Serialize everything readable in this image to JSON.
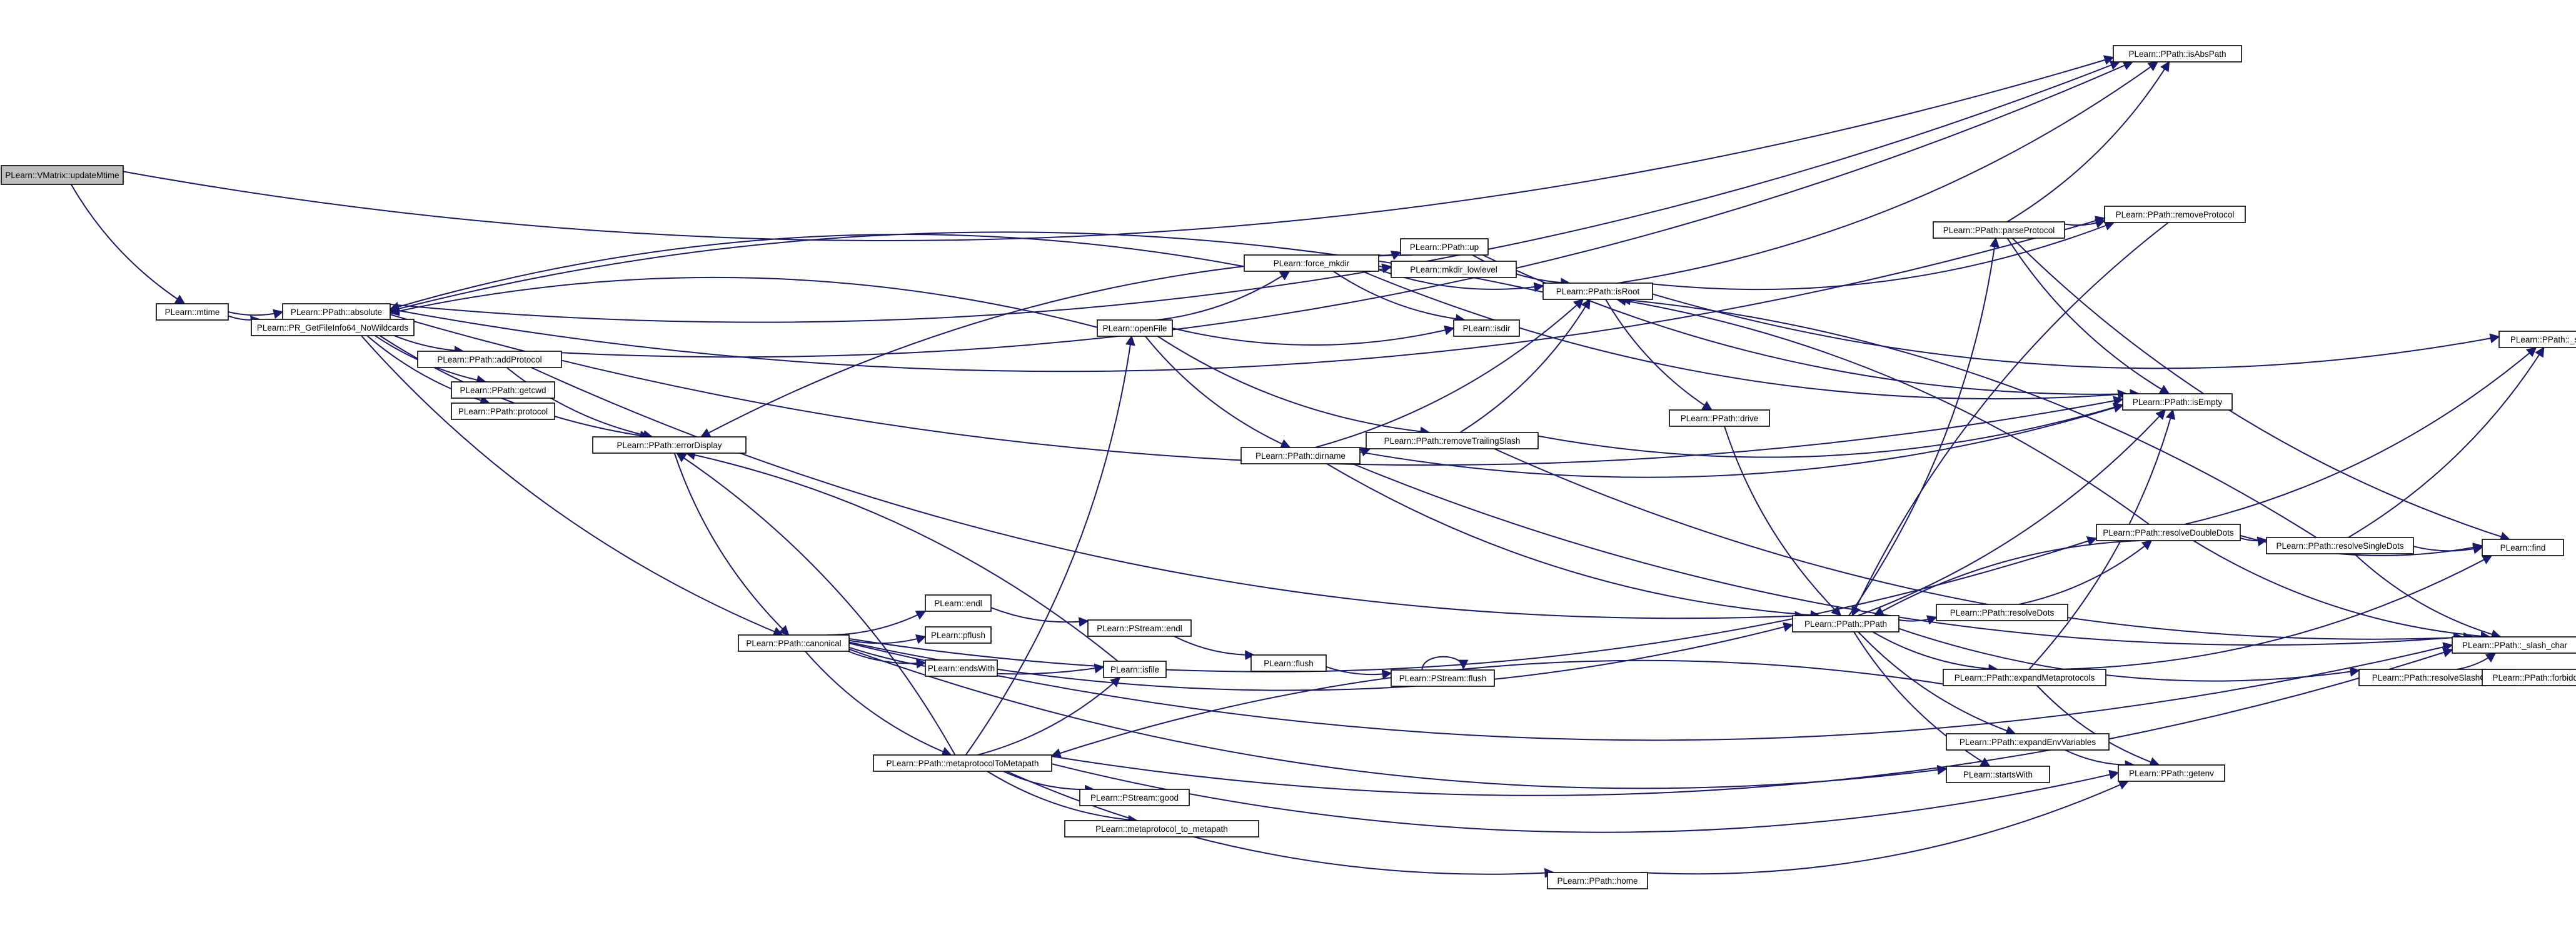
{
  "graph": {
    "root_node": "n_updatemtime",
    "nodes": [
      {
        "id": "n_updatemtime",
        "label": "PLearn::VMatrix::updateMtime"
      },
      {
        "id": "n_mtime",
        "label": "PLearn::mtime"
      },
      {
        "id": "n_absolute",
        "label": "PLearn::PPath::absolute"
      },
      {
        "id": "n_prgetfile",
        "label": "PLearn::PR_GetFileInfo64_NoWildcards"
      },
      {
        "id": "n_addprotocol",
        "label": "PLearn::PPath::addProtocol"
      },
      {
        "id": "n_getcwd",
        "label": "PLearn::PPath::getcwd"
      },
      {
        "id": "n_protocol",
        "label": "PLearn::PPath::protocol"
      },
      {
        "id": "n_errordisplay",
        "label": "PLearn::PPath::errorDisplay"
      },
      {
        "id": "n_canonical",
        "label": "PLearn::PPath::canonical"
      },
      {
        "id": "n_endl",
        "label": "PLearn::endl"
      },
      {
        "id": "n_pflush",
        "label": "PLearn::pflush"
      },
      {
        "id": "n_endswith",
        "label": "PLearn::endsWith"
      },
      {
        "id": "n_isfile",
        "label": "PLearn::isfile"
      },
      {
        "id": "n_metaprotocoltometapath",
        "label": "PLearn::PPath::metaprotocolToMetapath"
      },
      {
        "id": "n_pstreamgood",
        "label": "PLearn::PStream::good"
      },
      {
        "id": "n_metaprotocol_to_metapath",
        "label": "PLearn::metaprotocol_to_metapath"
      },
      {
        "id": "n_pstreamendl",
        "label": "PLearn::PStream::endl"
      },
      {
        "id": "n_flush",
        "label": "PLearn::flush"
      },
      {
        "id": "n_pstreamflush",
        "label": "PLearn::PStream::flush"
      },
      {
        "id": "n_up",
        "label": "PLearn::PPath::up"
      },
      {
        "id": "n_forcemkdir",
        "label": "PLearn::force_mkdir"
      },
      {
        "id": "n_mkdirlowlevel",
        "label": "PLearn::mkdir_lowlevel"
      },
      {
        "id": "n_openfile",
        "label": "PLearn::openFile"
      },
      {
        "id": "n_isdir",
        "label": "PLearn::isdir"
      },
      {
        "id": "n_dirname",
        "label": "PLearn::PPath::dirname"
      },
      {
        "id": "n_removetrailingslash",
        "label": "PLearn::PPath::removeTrailingSlash"
      },
      {
        "id": "n_home",
        "label": "PLearn::PPath::home"
      },
      {
        "id": "n_isroot",
        "label": "PLearn::PPath::isRoot"
      },
      {
        "id": "n_drive",
        "label": "PLearn::PPath::drive"
      },
      {
        "id": "n_pathctor",
        "label": "PLearn::PPath::PPath"
      },
      {
        "id": "n_parseprotocol",
        "label": "PLearn::PPath::parseProtocol"
      },
      {
        "id": "n_isabspath",
        "label": "PLearn::PPath::isAbsPath"
      },
      {
        "id": "n_removeprotocol",
        "label": "PLearn::PPath::removeProtocol"
      },
      {
        "id": "n_isempty",
        "label": "PLearn::PPath::isEmpty"
      },
      {
        "id": "n_resolvedoubledots",
        "label": "PLearn::PPath::resolveDoubleDots"
      },
      {
        "id": "n_resolvesingledots",
        "label": "PLearn::PPath::resolveSingleDots"
      },
      {
        "id": "n_resolvedots",
        "label": "PLearn::PPath::resolveDots"
      },
      {
        "id": "n_expandmetaprotocols",
        "label": "PLearn::PPath::expandMetaprotocols"
      },
      {
        "id": "n_expandenvvariables",
        "label": "PLearn::PPath::expandEnvVariables"
      },
      {
        "id": "n_startswith",
        "label": "PLearn::startsWith"
      },
      {
        "id": "n_getenv",
        "label": "PLearn::PPath::getenv"
      },
      {
        "id": "n_resolveslashchars",
        "label": "PLearn::PPath::resolveSlashChars"
      },
      {
        "id": "n_slash",
        "label": "PLearn::PPath::_slash"
      },
      {
        "id": "n_find",
        "label": "PLearn::find"
      },
      {
        "id": "n_slashchar",
        "label": "PLearn::PPath::_slash_char"
      },
      {
        "id": "n_forbiddenchars",
        "label": "PLearn::PPath::forbidden_chars"
      }
    ],
    "edges": [
      [
        "n_updatemtime",
        "n_mtime"
      ],
      [
        "n_updatemtime",
        "n_isabspath"
      ],
      [
        "n_mtime",
        "n_absolute"
      ],
      [
        "n_mtime",
        "n_prgetfile"
      ],
      [
        "n_absolute",
        "n_addprotocol"
      ],
      [
        "n_absolute",
        "n_getcwd"
      ],
      [
        "n_absolute",
        "n_protocol"
      ],
      [
        "n_absolute",
        "n_errordisplay"
      ],
      [
        "n_absolute",
        "n_canonical"
      ],
      [
        "n_absolute",
        "n_isabspath"
      ],
      [
        "n_absolute",
        "n_isempty"
      ],
      [
        "n_absolute",
        "n_removeprotocol"
      ],
      [
        "n_addprotocol",
        "n_errordisplay"
      ],
      [
        "n_addprotocol",
        "n_pathctor"
      ],
      [
        "n_addprotocol",
        "n_isabspath"
      ],
      [
        "n_errordisplay",
        "n_canonical"
      ],
      [
        "n_canonical",
        "n_endl"
      ],
      [
        "n_canonical",
        "n_pflush"
      ],
      [
        "n_canonical",
        "n_endswith"
      ],
      [
        "n_canonical",
        "n_isfile"
      ],
      [
        "n_canonical",
        "n_metaprotocoltometapath"
      ],
      [
        "n_canonical",
        "n_pathctor"
      ],
      [
        "n_canonical",
        "n_startswith"
      ],
      [
        "n_canonical",
        "n_resolvedoubledots"
      ],
      [
        "n_canonical",
        "n_slashchar"
      ],
      [
        "n_endl",
        "n_pstreamendl"
      ],
      [
        "n_pstreamendl",
        "n_flush"
      ],
      [
        "n_flush",
        "n_pstreamflush"
      ],
      [
        "n_pstreamflush",
        "n_pstreamflush"
      ],
      [
        "n_isfile",
        "n_errordisplay"
      ],
      [
        "n_metaprotocoltometapath",
        "n_errordisplay"
      ],
      [
        "n_metaprotocoltometapath",
        "n_openfile"
      ],
      [
        "n_metaprotocoltometapath",
        "n_isfile"
      ],
      [
        "n_metaprotocoltometapath",
        "n_pstreamgood"
      ],
      [
        "n_metaprotocoltometapath",
        "n_metaprotocol_to_metapath"
      ],
      [
        "n_metaprotocoltometapath",
        "n_getenv"
      ],
      [
        "n_metaprotocoltometapath",
        "n_home"
      ],
      [
        "n_metaprotocoltometapath",
        "n_slashchar"
      ],
      [
        "n_openfile",
        "n_absolute"
      ],
      [
        "n_openfile",
        "n_forcemkdir"
      ],
      [
        "n_openfile",
        "n_isdir"
      ],
      [
        "n_openfile",
        "n_dirname"
      ],
      [
        "n_openfile",
        "n_removetrailingslash"
      ],
      [
        "n_forcemkdir",
        "n_absolute"
      ],
      [
        "n_forcemkdir",
        "n_up"
      ],
      [
        "n_forcemkdir",
        "n_isroot"
      ],
      [
        "n_forcemkdir",
        "n_mkdirlowlevel"
      ],
      [
        "n_forcemkdir",
        "n_isdir"
      ],
      [
        "n_forcemkdir",
        "n_isempty"
      ],
      [
        "n_up",
        "n_errordisplay"
      ],
      [
        "n_up",
        "n_isroot"
      ],
      [
        "n_up",
        "n_isempty"
      ],
      [
        "n_dirname",
        "n_removetrailingslash"
      ],
      [
        "n_dirname",
        "n_isroot"
      ],
      [
        "n_dirname",
        "n_isempty"
      ],
      [
        "n_dirname",
        "n_pathctor"
      ],
      [
        "n_dirname",
        "n_slashchar"
      ],
      [
        "n_removetrailingslash",
        "n_isroot"
      ],
      [
        "n_removetrailingslash",
        "n_isempty"
      ],
      [
        "n_removetrailingslash",
        "n_slashchar"
      ],
      [
        "n_home",
        "n_getenv"
      ],
      [
        "n_isroot",
        "n_absolute"
      ],
      [
        "n_isroot",
        "n_drive"
      ],
      [
        "n_isroot",
        "n_isabspath"
      ],
      [
        "n_isroot",
        "n_removeprotocol"
      ],
      [
        "n_isroot",
        "n_slash"
      ],
      [
        "n_drive",
        "n_pathctor"
      ],
      [
        "n_pathctor",
        "n_parseprotocol"
      ],
      [
        "n_pathctor",
        "n_resolvedots"
      ],
      [
        "n_pathctor",
        "n_expandmetaprotocols"
      ],
      [
        "n_pathctor",
        "n_expandenvvariables"
      ],
      [
        "n_pathctor",
        "n_startswith"
      ],
      [
        "n_pathctor",
        "n_resolveslashchars"
      ],
      [
        "n_pathctor",
        "n_isempty"
      ],
      [
        "n_parseprotocol",
        "n_isabspath"
      ],
      [
        "n_parseprotocol",
        "n_removeprotocol"
      ],
      [
        "n_parseprotocol",
        "n_isempty"
      ],
      [
        "n_parseprotocol",
        "n_find"
      ],
      [
        "n_removeprotocol",
        "n_pathctor"
      ],
      [
        "n_resolvedots",
        "n_resolvedoubledots"
      ],
      [
        "n_resolvedoubledots",
        "n_resolvesingledots"
      ],
      [
        "n_resolvedoubledots",
        "n_slash"
      ],
      [
        "n_resolvedoubledots",
        "n_find"
      ],
      [
        "n_resolvedoubledots",
        "n_slashchar"
      ],
      [
        "n_resolvedoubledots",
        "n_isroot"
      ],
      [
        "n_resolvedoubledots",
        "n_pathctor"
      ],
      [
        "n_resolvesingledots",
        "n_slash"
      ],
      [
        "n_resolvesingledots",
        "n_find"
      ],
      [
        "n_resolvesingledots",
        "n_slashchar"
      ],
      [
        "n_resolvesingledots",
        "n_isroot"
      ],
      [
        "n_expandmetaprotocols",
        "n_getenv"
      ],
      [
        "n_expandmetaprotocols",
        "n_metaprotocoltometapath"
      ],
      [
        "n_expandmetaprotocols",
        "n_isempty"
      ],
      [
        "n_expandmetaprotocols",
        "n_find"
      ],
      [
        "n_expandenvvariables",
        "n_getenv"
      ],
      [
        "n_resolveslashchars",
        "n_slashchar"
      ],
      [
        "n_resolveslashchars",
        "n_forbiddenchars"
      ]
    ]
  }
}
